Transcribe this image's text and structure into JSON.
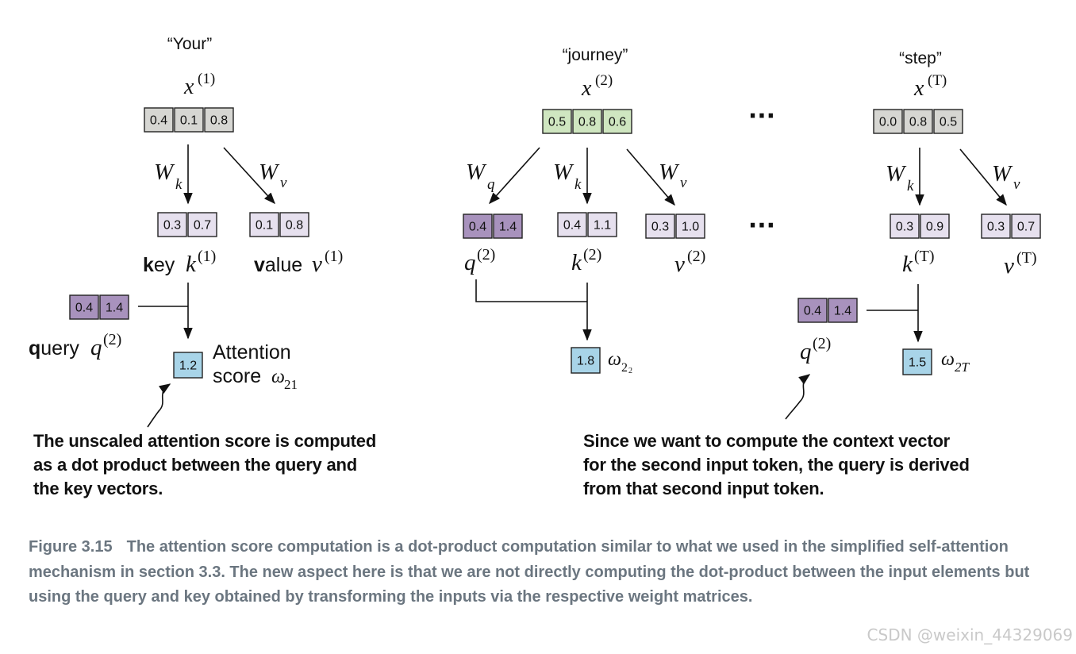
{
  "tokens": {
    "your": "“Your”",
    "journey": "“journey”",
    "step": "“step”"
  },
  "inputs": {
    "x1": [
      "0.4",
      "0.1",
      "0.8"
    ],
    "x2": [
      "0.5",
      "0.8",
      "0.6"
    ],
    "xT": [
      "0.0",
      "0.8",
      "0.5"
    ]
  },
  "vectors": {
    "k1": [
      "0.3",
      "0.7"
    ],
    "v1": [
      "0.1",
      "0.8"
    ],
    "q2_left": [
      "0.4",
      "1.4"
    ],
    "q2": [
      "0.4",
      "1.4"
    ],
    "k2": [
      "0.4",
      "1.1"
    ],
    "v2": [
      "0.3",
      "1.0"
    ],
    "kT": [
      "0.3",
      "0.9"
    ],
    "vT": [
      "0.3",
      "0.7"
    ],
    "q2_right": [
      "0.4",
      "1.4"
    ]
  },
  "scores": {
    "w21": "1.2",
    "w22": "1.8",
    "w2T": "1.5"
  },
  "labels": {
    "key_bold": "k",
    "key_rest": "ey",
    "value_bold": "v",
    "value_rest": "alue",
    "query_bold": "q",
    "query_rest": "uery",
    "attention": "Attention",
    "score": "score"
  },
  "math": {
    "x": "x",
    "k": "k",
    "v": "v",
    "q": "q",
    "W": "W",
    "omega": "ω",
    "sup1": "(1)",
    "sup2": "(2)",
    "supT": "(T)",
    "sub_k": "k",
    "sub_v": "v",
    "sub_q": "q",
    "sub21": "21",
    "sub22_main": "2",
    "sub22_small": "2",
    "sub2T": "2T"
  },
  "ellipsis": "···",
  "notes": {
    "left": [
      "The unscaled attention score is computed",
      "as a dot product between the query and",
      "the key vectors."
    ],
    "right": [
      "Since we want to compute the context vector",
      "for the second input token, the query is derived",
      "from that second input token."
    ]
  },
  "caption": {
    "figure_number": "Figure 3.15",
    "text": "The attention score computation is a dot-product computation similar to what we used in the simplified self-attention mechanism in section 3.3. The new aspect here is that we are not directly computing the dot-product between the input elements but using the query and key obtained by transforming the inputs via the respective weight matrices."
  },
  "watermark": "CSDN @weixin_44329069",
  "colors": {
    "input_gray": "#d6d6d2",
    "input_green": "#cfe6c0",
    "key_lavender": "#e6e0ee",
    "query_purple": "#a892bd",
    "score_blue": "#a8d4e8"
  }
}
